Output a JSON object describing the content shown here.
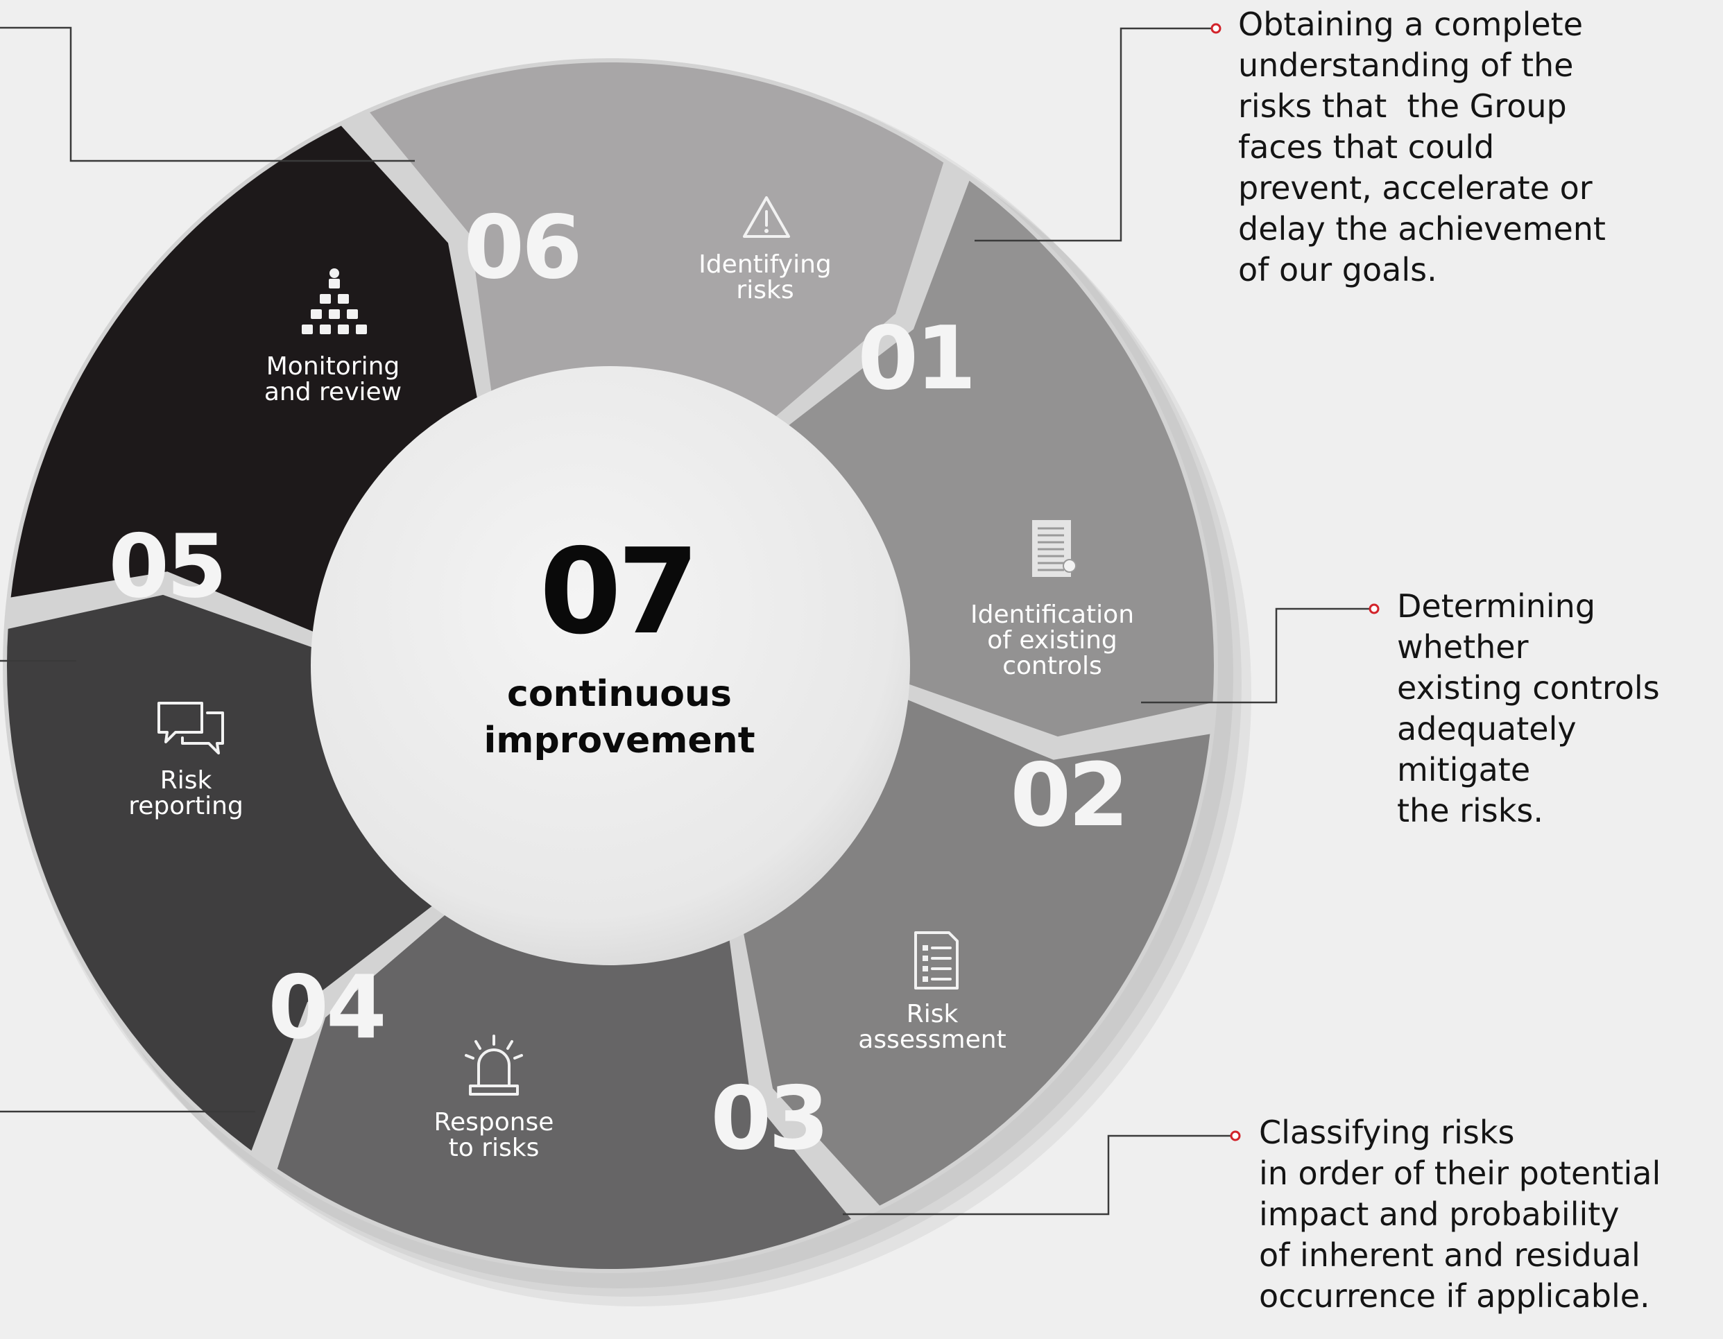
{
  "cycle": {
    "center": {
      "number": "07",
      "label_line1": "continuous",
      "label_line2": "improvement"
    },
    "steps": [
      {
        "number": "01",
        "label": [
          "Identifying",
          "risks"
        ],
        "color": "#a8a6a7",
        "icon": "warning-triangle-icon"
      },
      {
        "number": "02",
        "label": [
          "Identification",
          "of existing",
          "controls"
        ],
        "color": "#939292",
        "icon": "document-icon"
      },
      {
        "number": "03",
        "label": [
          "Risk",
          "assessment"
        ],
        "color": "#838282",
        "icon": "checklist-icon"
      },
      {
        "number": "04",
        "label": [
          "Response",
          "to risks"
        ],
        "color": "#666566",
        "icon": "alarm-siren-icon"
      },
      {
        "number": "05",
        "label": [
          "Risk",
          "reporting"
        ],
        "color": "#3f3e3f",
        "icon": "chat-bubbles-icon"
      },
      {
        "number": "06",
        "label": [
          "Monitoring",
          "and review"
        ],
        "color": "#1d191a",
        "icon": "hierarchy-icon"
      }
    ]
  },
  "descriptions": {
    "step01": "Obtaining a complete\nunderstanding of the\nrisks that  the Group\nfaces that could\nprevent, accelerate or\ndelay the achievement\nof our goals.",
    "step02": "Determining\nwhether\nexisting controls\nadequately\nmitigate\nthe risks.",
    "step03": "Classifying risks\nin order of their potential\nimpact and probability\nof inherent and residual\noccurrence if applicable."
  },
  "colors": {
    "accent": "#d2232a",
    "leader_line": "#3a3a3a",
    "gap": "#d3d3d3",
    "center_disc": "#ececec"
  }
}
